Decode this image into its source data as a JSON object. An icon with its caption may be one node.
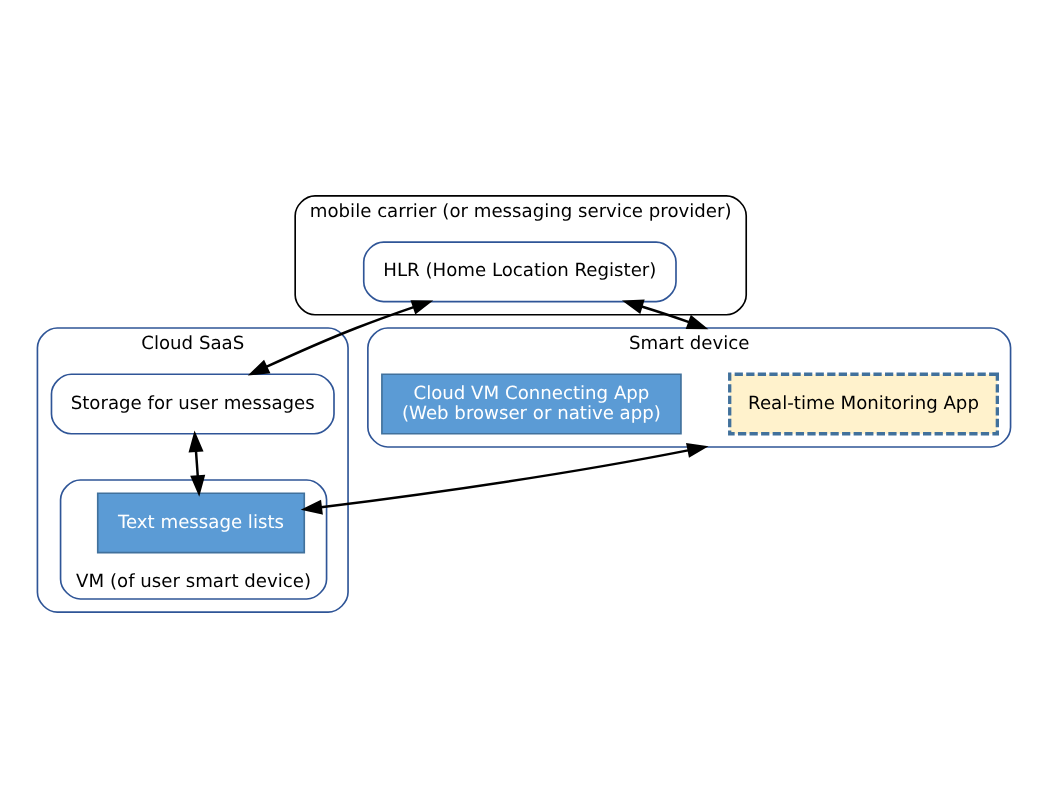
{
  "diagram": {
    "nodes": [
      {
        "text": [
          "mobile carrier (or messaging service provider)"
        ]
      },
      {
        "text": [
          "HLR (Home Location Register)"
        ],
        "in": 0
      },
      {
        "text": [
          "Cloud SaaS"
        ]
      },
      {
        "text": [
          "Storage for user messages"
        ],
        "in": 2
      },
      {
        "text": [
          "VM (of user smart device)"
        ],
        "in": 2
      },
      {
        "text": [
          "Text message lists"
        ],
        "in": 4
      },
      {
        "text": [
          "Smart device"
        ]
      },
      {
        "text": [
          "Real-time Monitoring App"
        ],
        "in": 6
      },
      {
        "text": [
          "Cloud VM Connecting App",
          "(Web browser or native app)"
        ],
        "in": 6
      }
    ],
    "edges": [
      {
        "from": 1,
        "to": 3,
        "arrow": "both"
      },
      {
        "from": 1,
        "to": 6,
        "arrow": "both"
      },
      {
        "from": 3,
        "to": 5,
        "arrow": "both"
      },
      {
        "from": 6,
        "to": 5,
        "arrow": "both"
      }
    ]
  }
}
